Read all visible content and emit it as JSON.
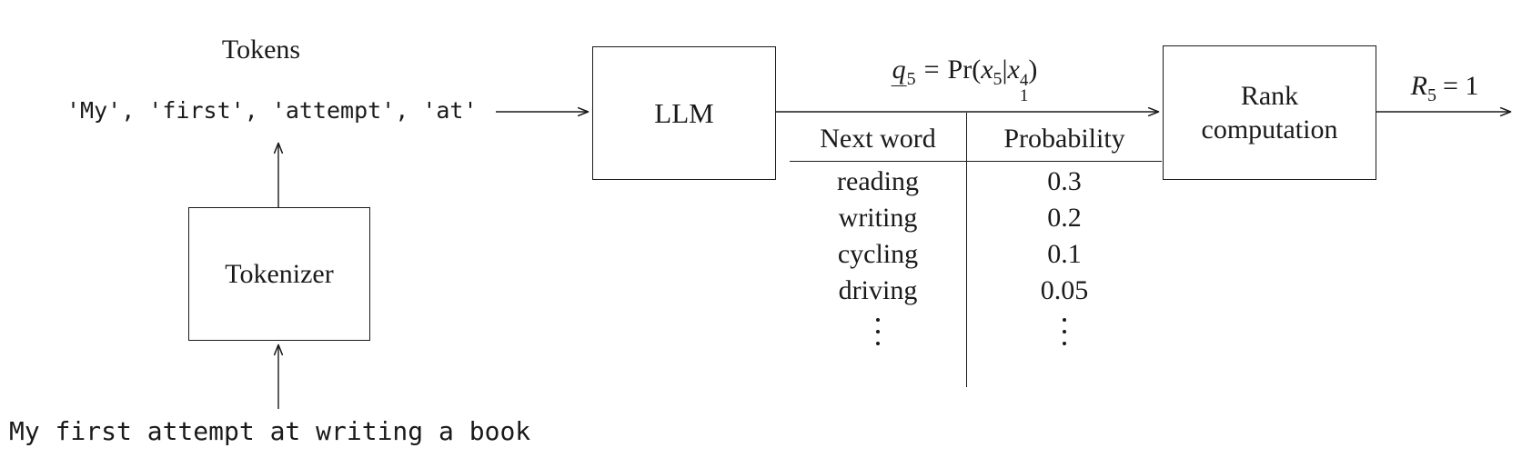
{
  "diagram": {
    "tokens_label": "Tokens",
    "tokens_text": "'My', 'first', 'attempt', 'at'",
    "input_sentence": "My first attempt at writing a book",
    "tokenizer_box_label": "Tokenizer",
    "llm_box_label": "LLM",
    "rank_box_label_line1": "Rank",
    "rank_box_label_line2": "computation",
    "formula": {
      "q": "q",
      "q_sub": "5",
      "eq": "=",
      "pr": "Pr(",
      "x1": "x",
      "x1_sub": "5",
      "bar": "|",
      "x2": "x",
      "x2_sup": "4",
      "x2_sub": "1",
      "paren_close": ")"
    },
    "rank_result": {
      "r": "R",
      "r_sub": "5",
      "eq_val": "= 1"
    },
    "table": {
      "headers": [
        "Next word",
        "Probability"
      ],
      "rows": [
        [
          "reading",
          "0.3"
        ],
        [
          "writing",
          "0.2"
        ],
        [
          "cycling",
          "0.1"
        ],
        [
          "driving",
          "0.05"
        ]
      ],
      "ellipsis": "⋮"
    },
    "colors": {
      "ink": "#1a1a1a",
      "background": "#ffffff"
    }
  }
}
